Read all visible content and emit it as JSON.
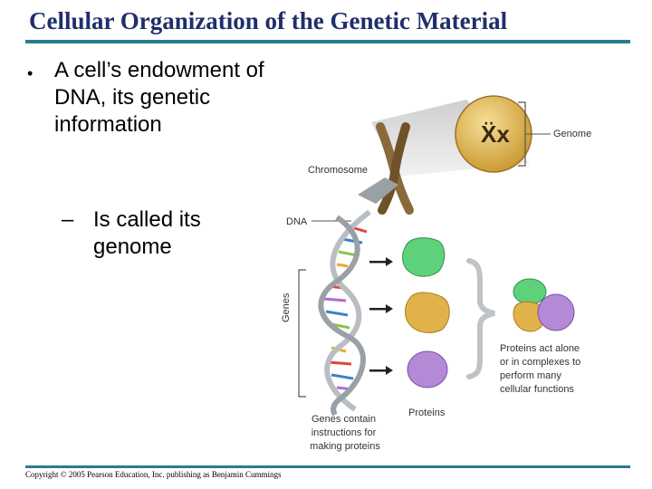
{
  "slide": {
    "title": "Cellular Organization of the Genetic Material",
    "bullet1_marker": "•",
    "bullet1": "A cell’s endowment of DNA, its genetic information",
    "bullet2_marker": "–",
    "bullet2": "Is called its genome",
    "copyright": "Copyright © 2005 Pearson Education, Inc. publishing as Benjamin Cummings"
  },
  "figure": {
    "genome_label": "Genome",
    "chromosome_label": "Chromosome",
    "dna_label": "DNA",
    "genes_label": "Genes",
    "genes_caption": [
      "Genes contain",
      "instructions for",
      "making proteins"
    ],
    "proteins_label": "Proteins",
    "function_caption": [
      "Proteins act alone",
      "or in complexes to",
      "perform many",
      "cellular functions"
    ],
    "colors": {
      "accent_rule": "#2b7c8c",
      "title": "#1f2f6b",
      "nucleus": "#e9c46a",
      "protein_green": "#5fd17a",
      "protein_gold": "#e2b24a",
      "protein_purple": "#b48ad6"
    }
  }
}
